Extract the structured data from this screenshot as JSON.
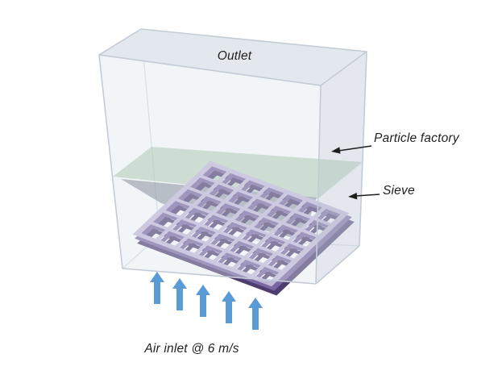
{
  "diagram": {
    "labels": {
      "outlet": "Outlet",
      "particle_factory": "Particle factory",
      "sieve": "Sieve",
      "air_inlet": "Air inlet @ 6 m/s"
    },
    "colors": {
      "box_edge": "#c3ccd6",
      "box_hidden_edge": "rgba(185,194,206,0.55)",
      "box_top_face": "rgba(226,231,238,0.95)",
      "box_front_face": "rgba(222,228,236,0.38)",
      "box_right_face": "rgba(202,210,221,0.5)",
      "interior_shadow": "rgba(96,106,120,0.6)",
      "factory_plane": "rgba(148,185,150,0.55)",
      "sieve_top": "#c2b8d8",
      "sieve_mid": "#7a66a0",
      "sieve_dark": "#4e3e70",
      "inlet_arrow": "#5b9bd5",
      "annotation": "#1f1f1f"
    }
  }
}
